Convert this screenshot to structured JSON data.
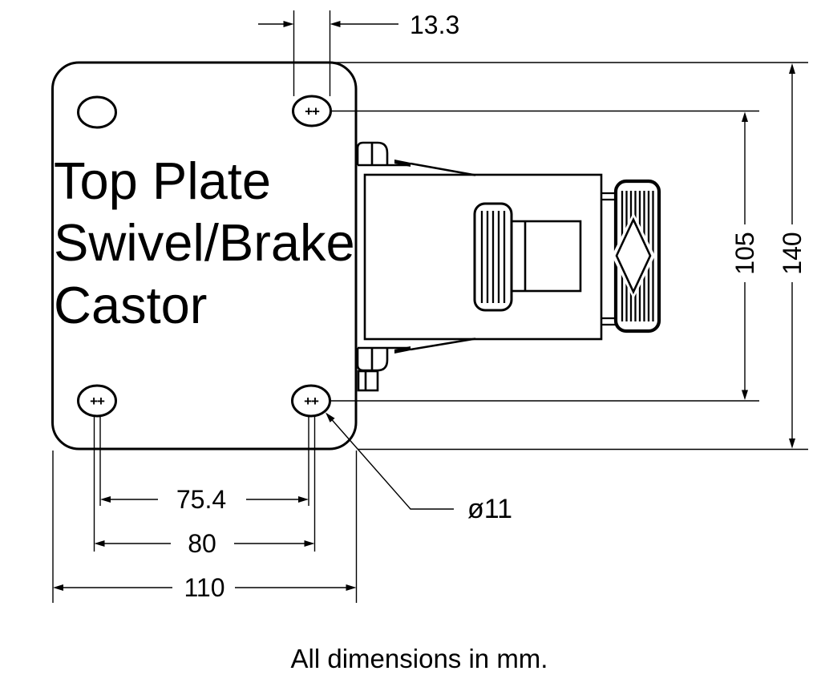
{
  "page": {
    "background_color": "#ffffff",
    "line_color": "#000000"
  },
  "drawing": {
    "title_line1": "Top Plate",
    "title_line2": "Swivel/Brake",
    "title_line3": "Castor",
    "note": "All dimensions in mm.",
    "hole_marker": "++",
    "dimensions": {
      "slot_length": "13.3",
      "hole_spacing_vertical": "105",
      "plate_height": "140",
      "hole_spacing_inner": "75.4",
      "hole_spacing_outer": "80",
      "plate_width": "110",
      "hole_diameter": "ø11"
    }
  }
}
